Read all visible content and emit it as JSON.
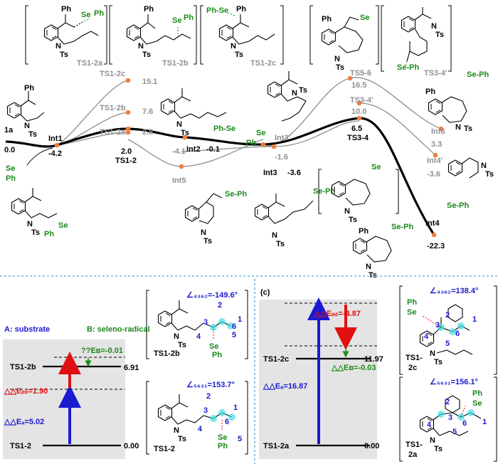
{
  "top": {
    "ts_labels": [
      "TS1-2a",
      "TS1-2b",
      "TS1-2c",
      "TS3-4'"
    ],
    "points": [
      {
        "name": "1a",
        "energy": "0.0"
      },
      {
        "name": "Int1",
        "energy": "-4.2"
      },
      {
        "name": "TS1-2c",
        "energy": "15.1"
      },
      {
        "name": "TS1-2b",
        "energy": "7.6"
      },
      {
        "name": "TS1-2a",
        "energy": "2.8"
      },
      {
        "name": "TS1-2",
        "energy": "2.0"
      },
      {
        "name": "Int2",
        "energy": "-0.1"
      },
      {
        "name": "Int5",
        "energy": "-4.1"
      },
      {
        "name": "Int3'",
        "energy": "-1.6"
      },
      {
        "name": "Int3",
        "energy": "-3.6"
      },
      {
        "name": "TS5-6",
        "energy": "16.5"
      },
      {
        "name": "TS3-4'",
        "energy": "10.0"
      },
      {
        "name": "TS3-4",
        "energy": "6.5"
      },
      {
        "name": "Int6",
        "energy": "3.3"
      },
      {
        "name": "Int4'",
        "energy": "-3.6"
      },
      {
        "name": "Int4",
        "energy": "-22.3"
      }
    ],
    "atoms": {
      "ph": "Ph",
      "se": "Se",
      "n": "N",
      "ts": "Ts",
      "se_ph": "Se-Ph",
      "ph_se": "Ph-Se"
    }
  },
  "panel_b": {
    "legend_a": "A: substrate",
    "legend_b": "B: seleno-radical",
    "top_level": "TS1-2b",
    "top_value": "6.91",
    "bottom_level": "TS1-2",
    "bottom_value": "0.00",
    "eb": "??Eʙ=-0.01",
    "eint": "△△Eᵢₙₜ=1.90",
    "ea": "△△Eₐ=5.02",
    "angle1": "∠₄₃₆₂=-149.6°",
    "angle2": "∠₅₆₃₁=153.7°",
    "struct1": "TS1-2b",
    "struct2": "TS1-2"
  },
  "panel_c": {
    "tag": "(c)",
    "top_level": "TS1-2c",
    "top_value": "11.97",
    "bottom_level": "TS1-2a",
    "bottom_value": "0.00",
    "eint": "△△Eᵢₙₜ=-4.87",
    "eb": "△△Eʙ=-0.03",
    "ea": "△△Eₐ=16.87",
    "angle1": "∠₄₃₆₂=138.4°",
    "angle2": "∠₅₆₃₁=156.1°",
    "struct1_a": "TS1-",
    "struct1_b": "2c",
    "struct2_a": "TS1-",
    "struct2_b": "2a"
  },
  "atom_numbers": [
    "1",
    "2",
    "3",
    "4",
    "5",
    "6"
  ]
}
